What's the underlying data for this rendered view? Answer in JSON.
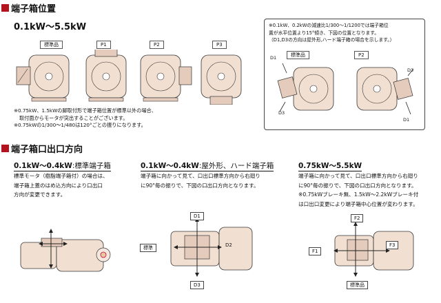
{
  "section1": {
    "title": "端子箱位置",
    "range": "0.1kW～5.5kW",
    "positions": [
      "標準品",
      "P1",
      "P2",
      "P3"
    ],
    "notes": [
      "※0.75kW、1.5kWの脚取付形で端子箱位置が標準以外の場合、",
      "取付面からモータが突出することがございます。",
      "※0.75kWの1/300～1/480は120°ごとの振りになります。"
    ],
    "box": {
      "lines": [
        "※0.1kW、0.2kWの減速比1/300～1/1200では端子箱位",
        "置が水平位置より15°傾き、下図の位置となります。",
        "（D1,D3の方向は屋外形,ハード端子箱の場合を示します。）"
      ],
      "labels": [
        "標準品",
        "P2"
      ],
      "dirs": [
        "D1",
        "D3",
        "D3",
        "D1"
      ]
    }
  },
  "section2": {
    "title": "端子箱口出口方向",
    "col1": {
      "head": "0.1kW～0.4kW",
      "head_suffix": ":標準端子箱",
      "lines": [
        "標準モータ（樹脂端子箱付）の場合は、",
        "端子箱上蓋のはめ込方向により口出口",
        "方向が変更できます。"
      ]
    },
    "col2": {
      "head": "0.1kW～0.4kW",
      "head_suffix": ":屋外形、ハード端子箱",
      "lines": [
        "端子箱に向かって見て、口出口標準方向から右廻り",
        "に90°毎の振りで、下図の口出口方向となります。"
      ],
      "labels": {
        "d1": "D1",
        "d2": "D2",
        "d3": "D3",
        "std": "標準"
      }
    },
    "col3": {
      "head": "0.75kW～5.5kW",
      "lines": [
        "端子箱に向かって見て、口出口標準方向から右廻り",
        "に90°毎の振りで、下図の口出口方向となります。",
        "※0.75kWブレーキ無、1.5kW～2.2kWブレーキ付",
        "は口出口変更により端子箱中心位置が変わります。"
      ],
      "labels": {
        "f1": "F1",
        "f2": "F2",
        "f3": "F3",
        "std": "標準品"
      }
    }
  },
  "colors": {
    "accent": "#b3121f",
    "motor": "#f1dfd2",
    "line": "#333333"
  }
}
